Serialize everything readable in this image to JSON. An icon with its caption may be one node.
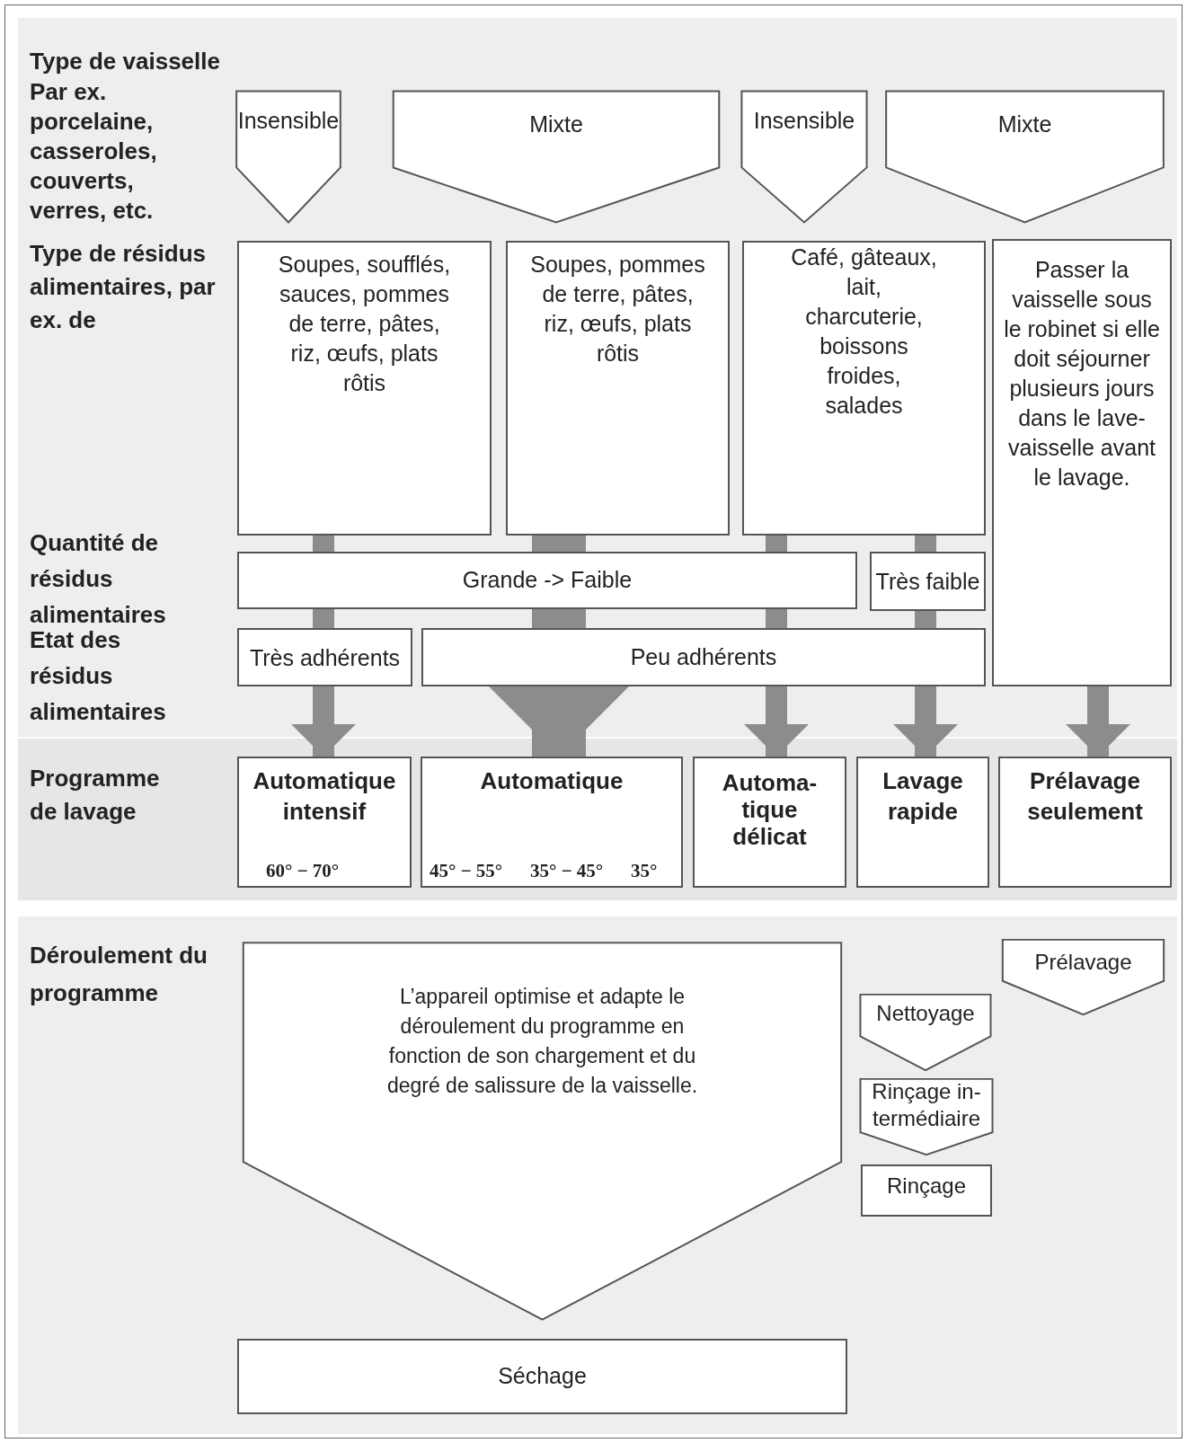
{
  "diagram": {
    "nodes": [
      {
        "text": [
          "Insensible"
        ]
      },
      {
        "text": [
          "Mixte"
        ]
      },
      {
        "text": [
          "Insensible"
        ]
      },
      {
        "text": [
          "Mixte"
        ]
      },
      {
        "text": [
          "Soupes, soufflés, sauces, pommes de terre, pâtes, riz, œufs, plats rôtis"
        ]
      },
      {
        "text": [
          "Soupes, pommes de terre, pâtes, riz, œufs, plats rôtis"
        ]
      },
      {
        "text": [
          "Café, gâteaux, lait, charcuterie, boissons froides, salades"
        ]
      },
      {
        "text": [
          "Passer la vaisselle sous le robinet si elle doit séjourner plusieurs jours dans le lave-vaisselle avant le lavage."
        ]
      },
      {
        "text": [
          "Grande -> Faible"
        ]
      },
      {
        "text": [
          "Très faible"
        ]
      },
      {
        "text": [
          "Très adhérents"
        ]
      },
      {
        "text": [
          "Peu adhérents"
        ]
      },
      {
        "text": [
          "Automatique intensif"
        ]
      },
      {
        "text": [
          "Automatique"
        ]
      },
      {
        "text": [
          "Automa- tique délicat"
        ]
      },
      {
        "text": [
          "Lavage rapide"
        ]
      },
      {
        "text": [
          "Prélavage seulement"
        ]
      },
      {
        "text": [
          "L’appareil optimise et adapte le déroulement du programme en fonction de son chargement et du degré de salissure de la vaisselle."
        ]
      },
      {
        "text": [
          "Séchage"
        ]
      },
      {
        "text": [
          "Prélavage"
        ]
      },
      {
        "text": [
          "Nettoyage"
        ]
      },
      {
        "text": [
          "Rinçage in- termédiaire"
        ]
      },
      {
        "text": [
          "Rinçage"
        ]
      }
    ],
    "edges": [
      {
        "from": 4,
        "to": 8,
        "arrow": "none",
        "color": "#8c8c8c"
      },
      {
        "from": 8,
        "to": 10,
        "arrow": "none",
        "color": "#8c8c8c"
      },
      {
        "from": 10,
        "to": 12,
        "arrow": "to",
        "color": "#8c8c8c"
      },
      {
        "from": 5,
        "to": 8,
        "arrow": "none",
        "style": "thick",
        "color": "#8c8c8c"
      },
      {
        "from": 8,
        "to": 11,
        "arrow": "none",
        "style": "thick",
        "color": "#8c8c8c"
      },
      {
        "from": 11,
        "to": 13,
        "arrow": "to",
        "style": "thick",
        "color": "#8c8c8c"
      },
      {
        "from": 6,
        "to": 8,
        "arrow": "none",
        "color": "#8c8c8c"
      },
      {
        "from": 8,
        "to": 11,
        "arrow": "none",
        "color": "#8c8c8c"
      },
      {
        "from": 11,
        "to": 14,
        "arrow": "to",
        "color": "#8c8c8c"
      },
      {
        "from": 6,
        "to": 9,
        "arrow": "none",
        "color": "#8c8c8c"
      },
      {
        "from": 9,
        "to": 11,
        "arrow": "none",
        "color": "#8c8c8c"
      },
      {
        "from": 11,
        "to": 15,
        "arrow": "to",
        "color": "#8c8c8c"
      },
      {
        "from": 7,
        "to": 16,
        "arrow": "to",
        "color": "#8c8c8c"
      }
    ],
    "labels": [
      "Type de vaisselle",
      "Par ex. porcelaine, casseroles, couverts, verres, etc.",
      "Type de résidus alimentaires, par ex. de",
      "Quantité de résidus alimentaires",
      "Etat des résidus alimentaires",
      "Programme de lavage",
      "60° − 70°",
      "45° − 55°",
      "35° − 45°",
      "35°",
      "Déroulement du programme"
    ]
  }
}
